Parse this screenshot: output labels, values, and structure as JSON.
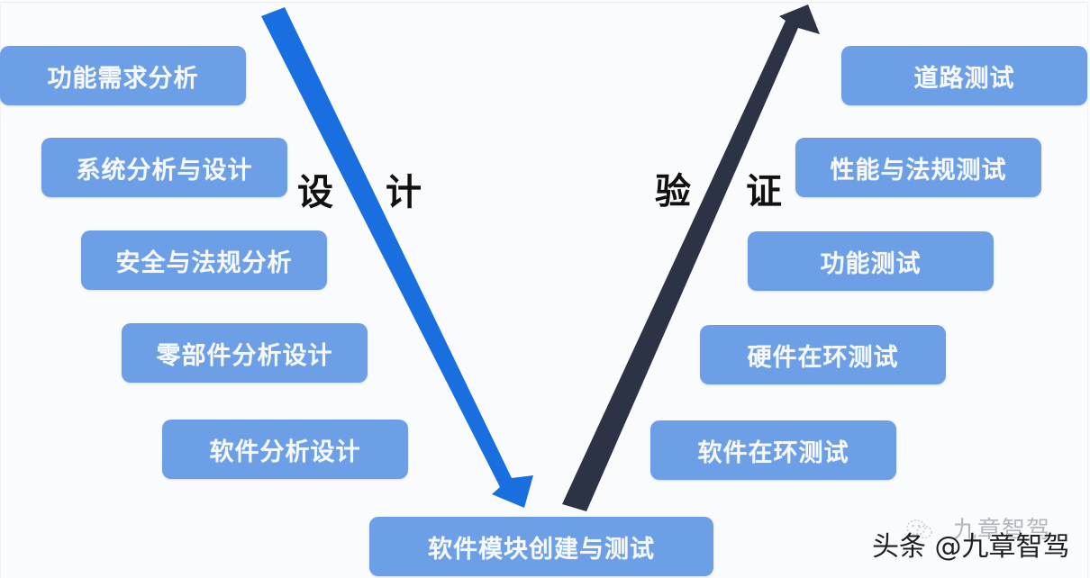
{
  "diagram": {
    "type": "V-model",
    "colors": {
      "background": "#fafbfd",
      "stage_box": "#6d9fe6",
      "stage_text": "#f5f8fd",
      "design_arrow": "#1a6fe0",
      "verify_arrow": "#2c3345",
      "phase_label": "#111111"
    },
    "design_side": {
      "phase_label_chars": [
        "设",
        "计"
      ],
      "stages": [
        {
          "label": "功能需求分析"
        },
        {
          "label": "系统分析与设计"
        },
        {
          "label": "安全与法规分析"
        },
        {
          "label": "零部件分析设计"
        },
        {
          "label": "软件分析设计"
        }
      ]
    },
    "bottom_stage": {
      "label": "软件模块创建与测试"
    },
    "verify_side": {
      "phase_label_chars": [
        "验",
        "证"
      ],
      "stages": [
        {
          "label": "道路测试"
        },
        {
          "label": "性能与法规测试"
        },
        {
          "label": "功能测试"
        },
        {
          "label": "硬件在环测试"
        },
        {
          "label": "软件在环测试"
        }
      ]
    },
    "arrows": [
      {
        "name": "design-arrow",
        "direction": "down-right",
        "icon": "arrow-down-right"
      },
      {
        "name": "verify-arrow",
        "direction": "up-right",
        "icon": "arrow-up-right"
      }
    ]
  },
  "watermark": {
    "icon": "wechat-like-icon",
    "faded_text": "九章智驾",
    "main_text": "头条 @九章智驾"
  }
}
